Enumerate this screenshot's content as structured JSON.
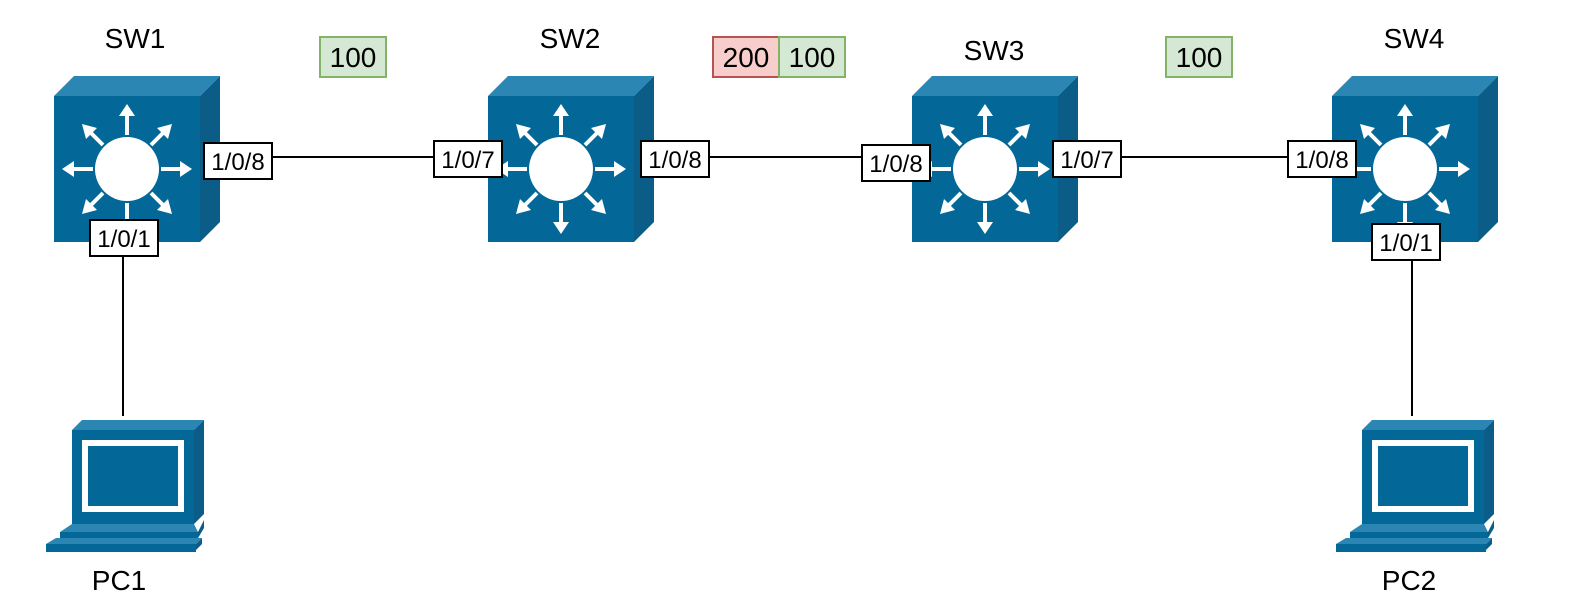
{
  "colors": {
    "device": "#036897",
    "device_side": "#0b5c86",
    "device_top": "#2b86b3",
    "icon_white": "#ffffff",
    "vlan_green_fill": "#d5e8d4",
    "vlan_green_border": "#82b366",
    "vlan_red_fill": "#f8cecc",
    "vlan_red_border": "#b85450"
  },
  "devices": {
    "sw1": {
      "label": "SW1",
      "type": "switch-icon"
    },
    "sw2": {
      "label": "SW2",
      "type": "switch-icon"
    },
    "sw3": {
      "label": "SW3",
      "type": "switch-icon"
    },
    "sw4": {
      "label": "SW4",
      "type": "switch-icon"
    },
    "pc1": {
      "label": "PC1",
      "type": "pc-icon"
    },
    "pc2": {
      "label": "PC2",
      "type": "pc-icon"
    }
  },
  "ports": {
    "sw1_right": "1/0/8",
    "sw1_bottom": "1/0/1",
    "sw2_left": "1/0/7",
    "sw2_right": "1/0/8",
    "sw3_left": "1/0/8",
    "sw3_right": "1/0/7",
    "sw4_left": "1/0/8",
    "sw4_bottom": "1/0/1"
  },
  "vlans": {
    "link_sw1_sw2": [
      "100"
    ],
    "link_sw2_sw3": [
      "200",
      "100"
    ],
    "link_sw3_sw4": [
      "100"
    ]
  }
}
